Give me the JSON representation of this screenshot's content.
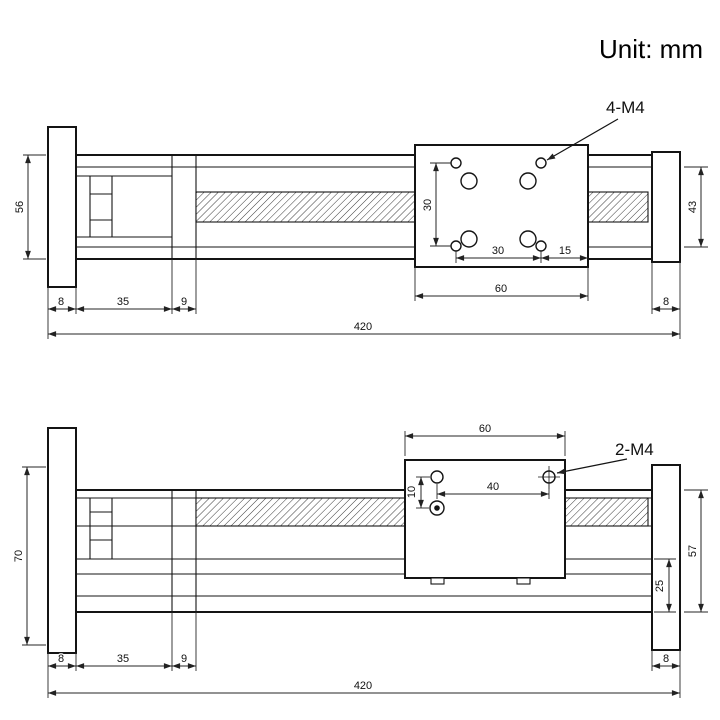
{
  "unit_label": "Unit: mm",
  "colors": {
    "line": "#141414",
    "background": "#ffffff"
  },
  "top_view": {
    "callout": "4-M4",
    "dims": {
      "body_height": "56",
      "right_height": "43",
      "hole_spacing_v": "30",
      "hole_spacing_h": "30",
      "edge_offset": "15",
      "plate_length": "60",
      "left_plate": "8",
      "motor_section": "35",
      "spacer": "9",
      "right_plate": "8",
      "overall": "420"
    }
  },
  "front_view": {
    "callout": "2-M4",
    "dims": {
      "left_height": "70",
      "carriage_length": "60",
      "hole_spacing": "40",
      "hole_offset": "10",
      "right_height": "57",
      "base_height": "25",
      "left_plate": "8",
      "motor_section": "35",
      "spacer": "9",
      "right_plate": "8",
      "overall": "420"
    }
  }
}
